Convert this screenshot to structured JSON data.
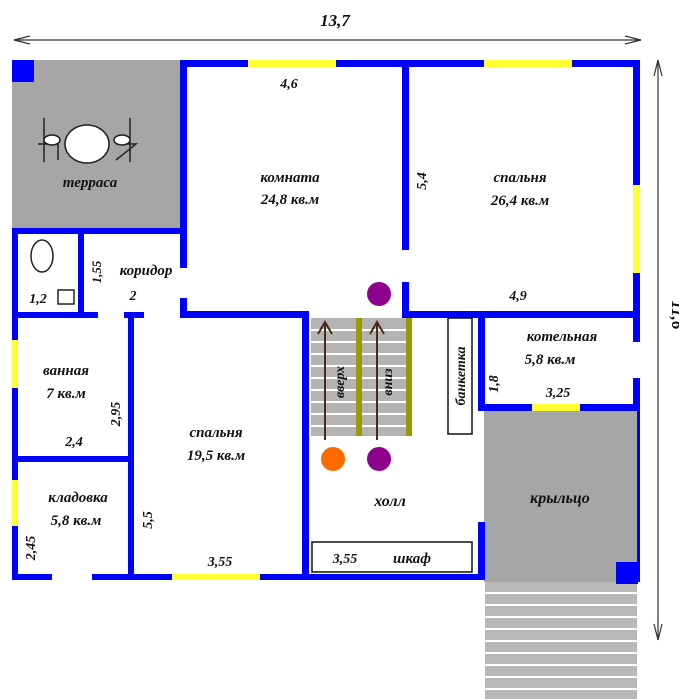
{
  "colors": {
    "wall": "#0000ff",
    "window": "#ffff33",
    "terrace": "#a6a6a6",
    "porch": "#a6a6a6",
    "stairs": "#b4b4b4",
    "stair_rail": "#999900",
    "arrow": "#4a2a1a",
    "light_purple": "#8c008c",
    "light_orange": "#ff6a00"
  },
  "dimensions": {
    "total_width": "13,7",
    "total_height": "11,6",
    "room_top_width": "4,6",
    "bedroom_top_height": "5,4",
    "bedroom_top_width": "4,9",
    "corridor_height": "1,55",
    "corridor_width": "2",
    "wc_width": "1,2",
    "bathroom_height": "2,95",
    "bathroom_width": "2,4",
    "storage_height": "2,45",
    "bedroom_left_height": "5,5",
    "bedroom_left_width": "3,55",
    "closet_width": "3,55",
    "boiler_height": "1,8",
    "boiler_width": "3,25"
  },
  "rooms": {
    "terrace": {
      "name": "терраса"
    },
    "room": {
      "name": "комната",
      "area": "24,8 кв.м"
    },
    "bedroom_top": {
      "name": "спальня",
      "area": "26,4 кв.м"
    },
    "corridor": {
      "name": "коридор"
    },
    "bathroom": {
      "name": "ванная",
      "area": "7 кв.м"
    },
    "storage": {
      "name": "кладовка",
      "area": "5,8 кв.м"
    },
    "bedroom_left": {
      "name": "спальня",
      "area": "19,5 кв.м"
    },
    "boiler": {
      "name": "котельная",
      "area": "5,8 кв.м"
    },
    "hall": {
      "name": "холл"
    },
    "porch": {
      "name": "крыльцо"
    }
  },
  "furniture": {
    "bench": "банкетка",
    "closet": "шкаф",
    "stairs_up": "вверх",
    "stairs_down": "вниз"
  }
}
